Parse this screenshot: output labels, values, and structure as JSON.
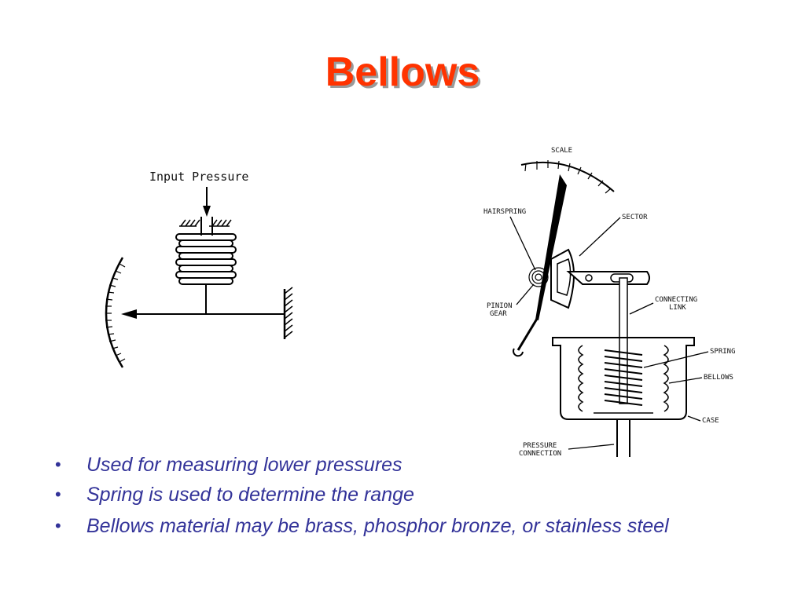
{
  "slide": {
    "title": "Bellows",
    "bullets": [
      "Used for measuring lower pressures",
      "Spring is used to determine the range",
      "Bellows material may be brass, phosphor bronze, or stainless steel"
    ],
    "bullet_symbol": "•",
    "colors": {
      "title": "#ff3300",
      "title_shadow": "#9a9a9a",
      "bullet_text": "#333399"
    }
  },
  "left_diagram": {
    "input_label": "Input Pressure"
  },
  "right_diagram": {
    "labels": {
      "scale": "SCALE",
      "hairspring": "HAIRSPRING",
      "sector": "SECTOR",
      "connecting": "CONNECTING",
      "link": "LINK",
      "pinion": "PINION",
      "gear": "GEAR",
      "spring": "SPRING",
      "bellows": "BELLOWS",
      "case": "CASE",
      "pressure": "PRESSURE",
      "connection": "CONNECTION"
    }
  }
}
